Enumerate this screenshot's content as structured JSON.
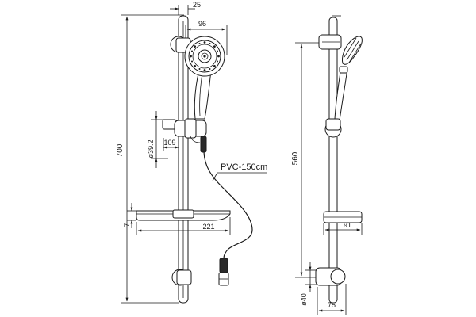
{
  "front_view": {
    "dimensions": {
      "total_height": "700",
      "top_offset": "25",
      "head_diameter": "96",
      "holder_diameter": "ø39.2",
      "holder_projection": "109",
      "shelf_thickness": "7",
      "shelf_length": "221"
    },
    "hose_label": "PVC-150cm"
  },
  "side_view": {
    "dimensions": {
      "bracket_spacing": "560",
      "shelf_depth": "91",
      "bar_diameter": "ø40",
      "base_projection": "75"
    }
  }
}
